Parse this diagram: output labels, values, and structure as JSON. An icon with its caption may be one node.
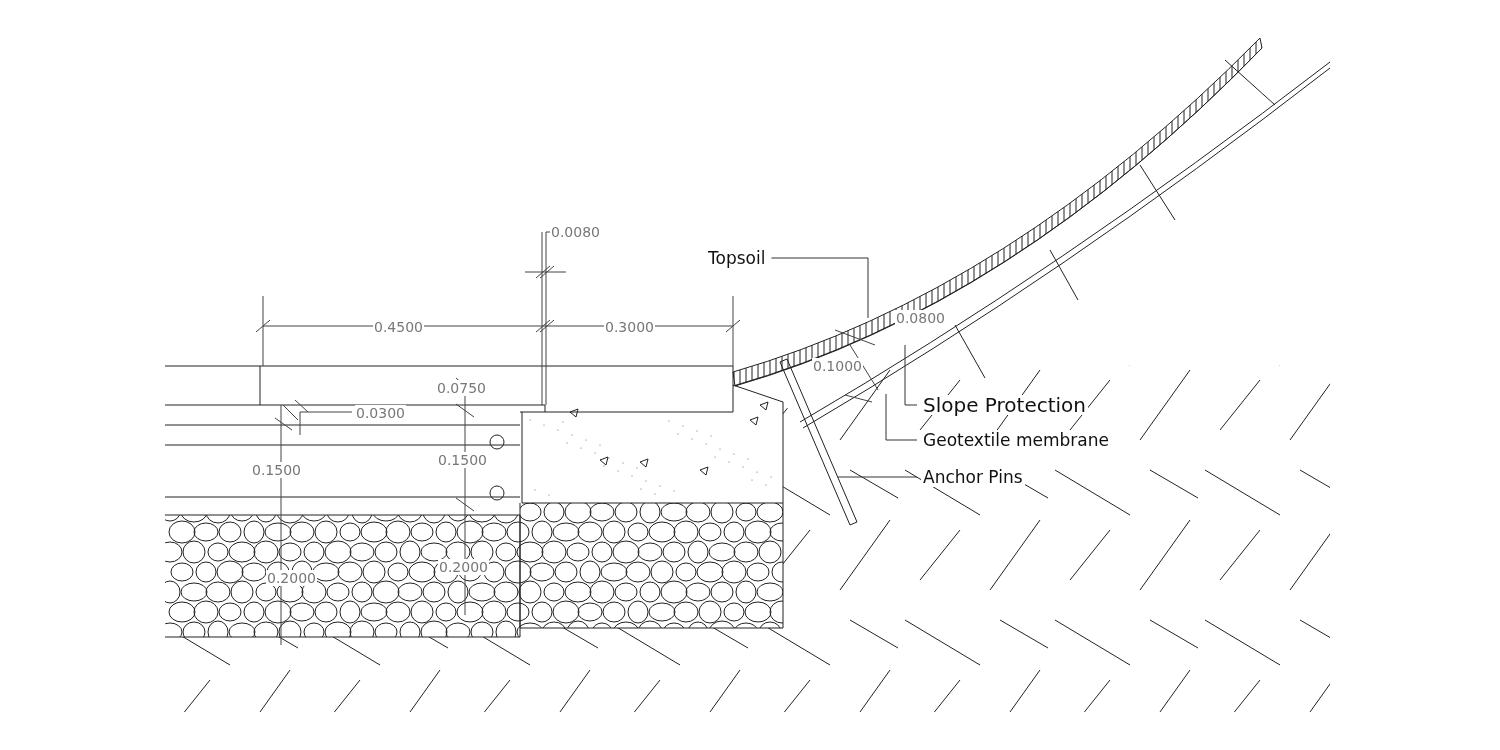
{
  "diagram": {
    "nodes": [
      {
        "text": [
          "Topsoil"
        ]
      },
      {
        "text": [
          "Slope Protection"
        ]
      },
      {
        "text": [
          "Geotextile membrane"
        ]
      },
      {
        "text": [
          "Anchor Pins"
        ]
      }
    ],
    "edges": [
      {
        "from": 0,
        "to": null,
        "arrow": "none"
      },
      {
        "from": 1,
        "to": null,
        "arrow": "none"
      },
      {
        "from": 2,
        "to": null,
        "arrow": "none"
      },
      {
        "from": 3,
        "to": null,
        "arrow": "none"
      }
    ],
    "labels": [
      "0.0080",
      "0.4500",
      "0.3000",
      "0.0750",
      "0.0300",
      "0.1500",
      "0.1500",
      "0.2000",
      "0.2000",
      "0.0800",
      "0.1000"
    ]
  }
}
